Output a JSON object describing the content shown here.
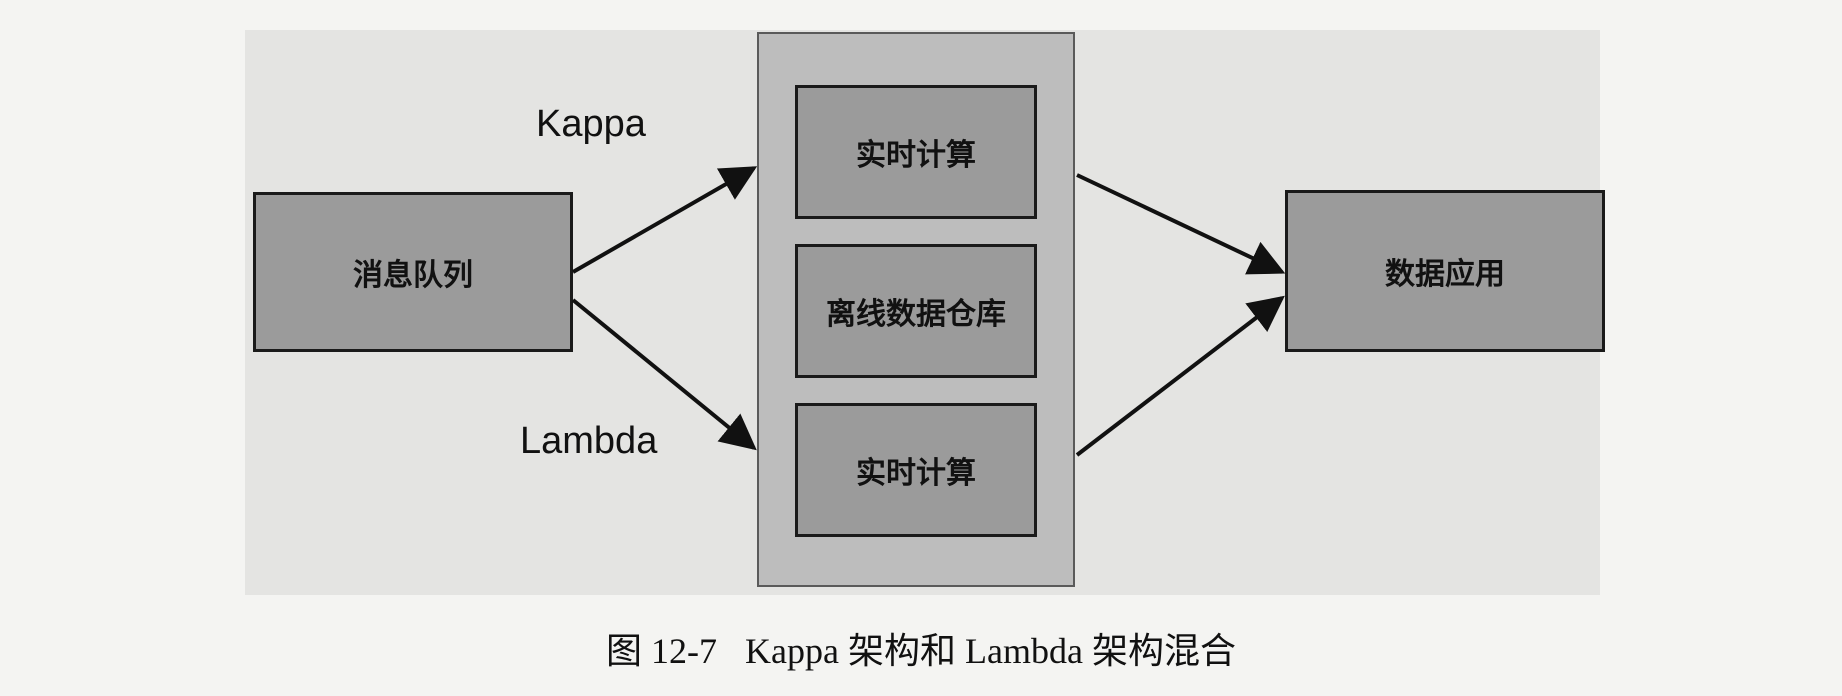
{
  "diagram": {
    "labels": {
      "kappa": "Kappa",
      "lambda": "Lambda"
    },
    "nodes": {
      "message_queue": "消息队列",
      "realtime_compute_top": "实时计算",
      "offline_warehouse": "离线数据仓库",
      "realtime_compute_bottom": "实时计算",
      "data_application": "数据应用"
    },
    "caption": {
      "number": "图 12-7",
      "title": "Kappa 架构和 Lambda 架构混合"
    }
  }
}
